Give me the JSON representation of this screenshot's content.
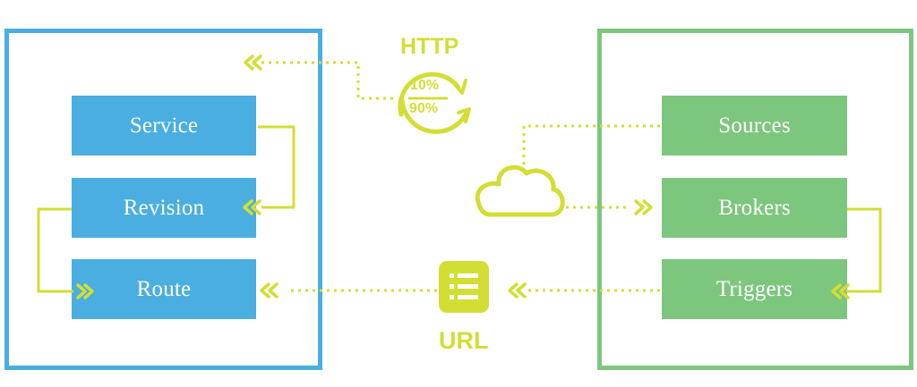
{
  "left_group": {
    "boxes": [
      "Service",
      "Revision",
      "Route"
    ],
    "color": "#4AAEE0"
  },
  "right_group": {
    "boxes": [
      "Sources",
      "Brokers",
      "Triggers"
    ],
    "color": "#7DC67E"
  },
  "connector_color": "#D3DE34",
  "http": {
    "label": "HTTP",
    "split_top": "10%",
    "split_bottom": "90%",
    "icon": "traffic-split-icon"
  },
  "url": {
    "label": "URL",
    "icon": "list-doc-icon"
  },
  "cloud": {
    "icon": "cloud-icon"
  }
}
